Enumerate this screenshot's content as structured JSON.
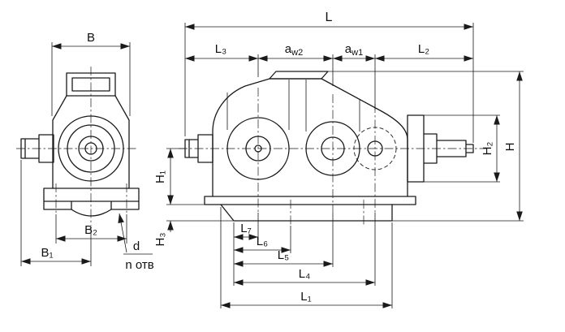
{
  "drawing": {
    "description": "Dimension drawing of a two-stage cylindrical gear reducer, front and side views",
    "colors": {
      "line": "#1a1a1a",
      "background": "#ffffff"
    },
    "labels": {
      "B": "B",
      "B1": "B₁",
      "B2": "B₂",
      "d": "d",
      "n_otv": "n отв",
      "L": "L",
      "L1": "L₁",
      "L2": "L₂",
      "L3": "L₃",
      "L4": "L₄",
      "L5": "L₅",
      "L6": "L₆",
      "L7": "L₇",
      "aw1": {
        "main": "a",
        "sub": "w1"
      },
      "aw2": {
        "main": "a",
        "sub": "w2"
      },
      "H": "H",
      "H1": "H₁",
      "H2": "H₂",
      "H3": "H₃"
    }
  }
}
